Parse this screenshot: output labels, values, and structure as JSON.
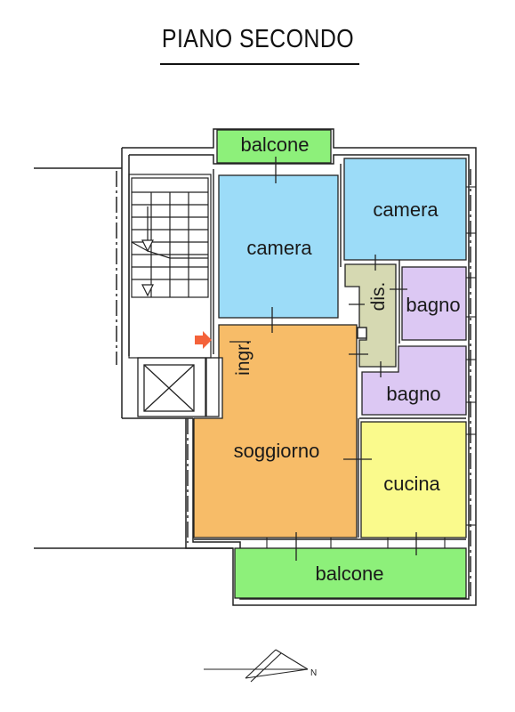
{
  "title": "PIANO SECONDO",
  "compass": {
    "label": "N"
  },
  "rooms": {
    "balcone_top": {
      "label": "balcone",
      "color": "#8df07a"
    },
    "camera_left": {
      "label": "camera",
      "color": "#9cdcf8"
    },
    "camera_right": {
      "label": "camera",
      "color": "#9cdcf8"
    },
    "dis": {
      "label": "dis.",
      "color": "#d6d9b2"
    },
    "bagno_top": {
      "label": "bagno",
      "color": "#dcc8f3"
    },
    "bagno_bottom": {
      "label": "bagno",
      "color": "#dcc8f3"
    },
    "ingr": {
      "label": "ingr.",
      "color": "#f7bc68"
    },
    "soggiorno": {
      "label": "soggiorno",
      "color": "#f7bc68"
    },
    "cucina": {
      "label": "cucina",
      "color": "#fafa8c"
    },
    "balcone_bottom": {
      "label": "balcone",
      "color": "#8df07a"
    }
  },
  "entrance_arrow": {
    "color": "#f4623a"
  }
}
